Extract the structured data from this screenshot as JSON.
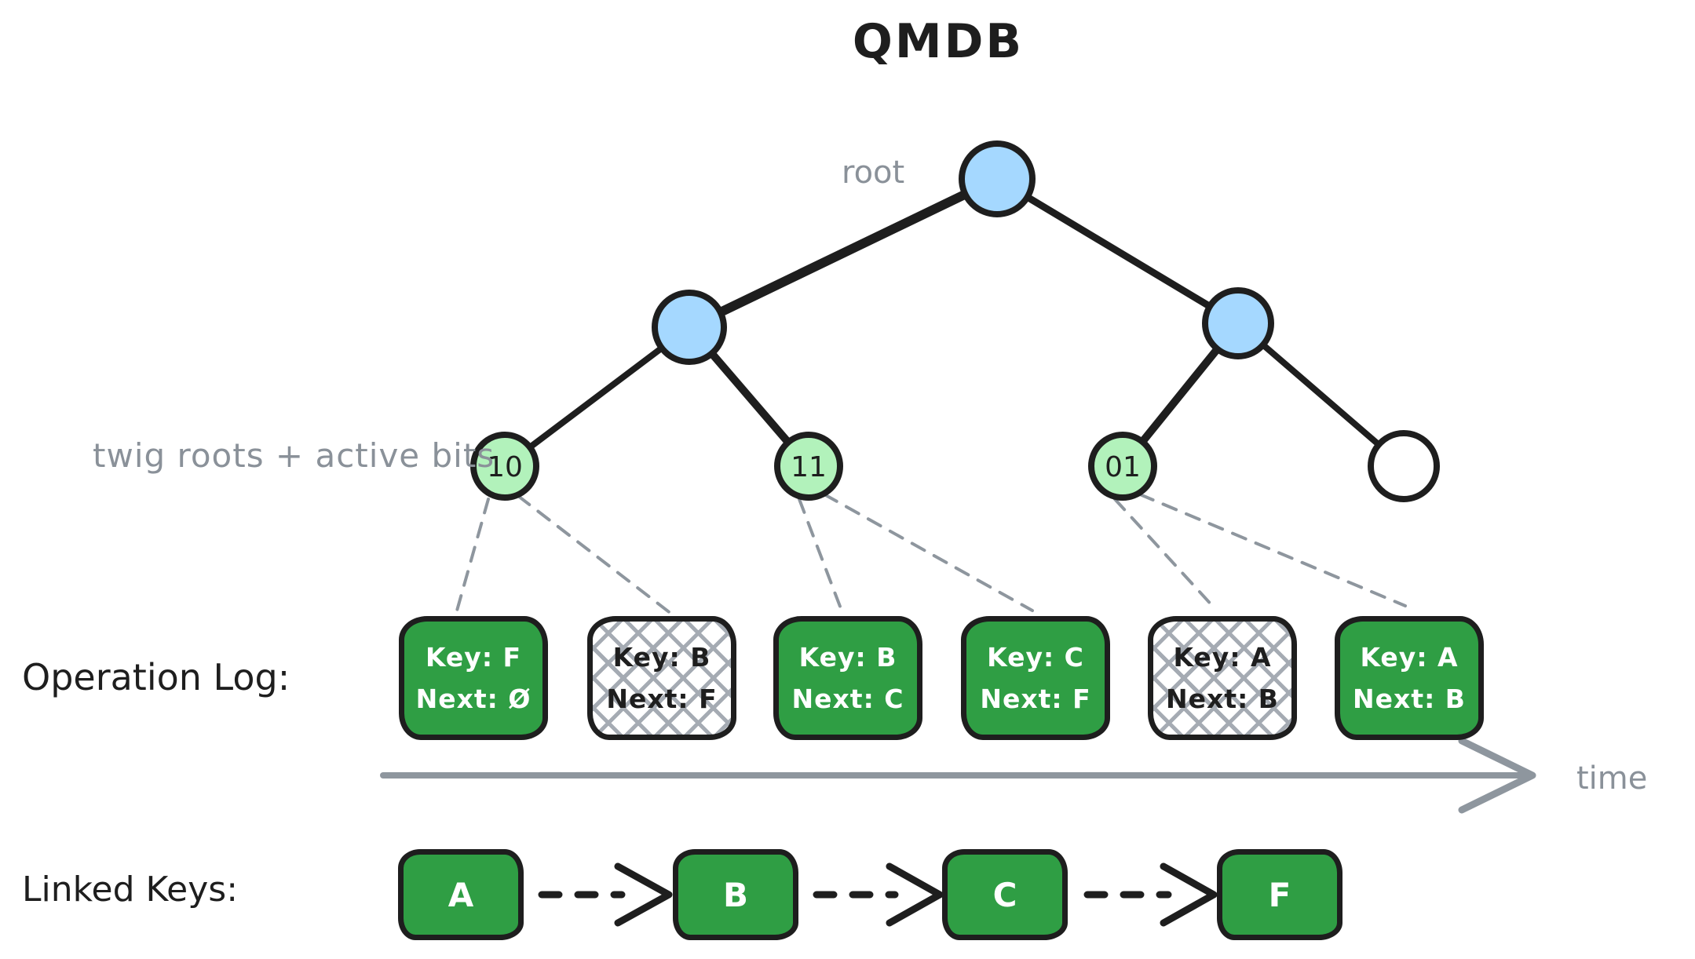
{
  "title": "QMDB",
  "colors": {
    "stroke": "#1e1e1e",
    "node_blue": "#a5d8ff",
    "twig_green": "#b2f2bb",
    "box_green": "#2f9e44",
    "label_gray": "#8a9199",
    "arrow_gray": "#8e969e",
    "hatch_gray": "#a5abb3"
  },
  "tree": {
    "root_label": "root",
    "twig_row_label": "twig roots + active bits",
    "twigs": [
      {
        "label": "10"
      },
      {
        "label": "11"
      },
      {
        "label": "01"
      },
      {
        "label": ""
      }
    ]
  },
  "operation_log": {
    "label": "Operation Log:",
    "entries": [
      {
        "key": "Key: F",
        "next": "Next: Ø",
        "state": "active"
      },
      {
        "key": "Key: B",
        "next": "Next: F",
        "state": "superseded"
      },
      {
        "key": "Key: B",
        "next": "Next: C",
        "state": "active"
      },
      {
        "key": "Key: C",
        "next": "Next: F",
        "state": "active"
      },
      {
        "key": "Key: A",
        "next": "Next: B",
        "state": "superseded"
      },
      {
        "key": "Key: A",
        "next": "Next: B",
        "state": "active"
      }
    ]
  },
  "time_axis": {
    "label": "time"
  },
  "linked_keys": {
    "label": "Linked Keys:",
    "keys": [
      "A",
      "B",
      "C",
      "F"
    ]
  }
}
